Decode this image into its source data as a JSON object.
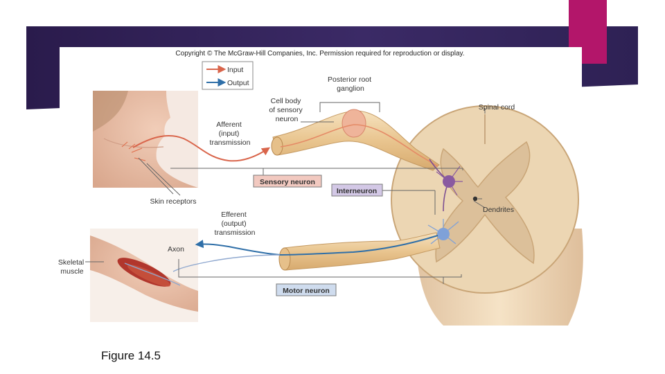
{
  "copyright": "Copyright © The McGraw-Hill Companies, Inc. Permission required for reproduction or display.",
  "legend": {
    "input_label": "Input",
    "output_label": "Output",
    "input_color": "#d9654b",
    "output_color": "#2f6fa8"
  },
  "labels": {
    "posterior_root_ganglion": [
      "Posterior root",
      "ganglion"
    ],
    "cell_body_sensory_neuron": [
      "Cell body",
      "of sensory",
      "neuron"
    ],
    "spinal_cord": "Spinal cord",
    "afferent_transmission": [
      "Afferent",
      "(input)",
      "transmission"
    ],
    "efferent_transmission": [
      "Efferent",
      "(output)",
      "transmission"
    ],
    "skin_receptors": "Skin receptors",
    "dendrites": "Dendrites",
    "axon": "Axon",
    "skeletal_muscle": [
      "Skeletal",
      "muscle"
    ]
  },
  "boxes": {
    "sensory_neuron": "Sensory neuron",
    "interneuron": "Interneuron",
    "motor_neuron": "Motor neuron"
  },
  "colors": {
    "banner": "#2a1b4c",
    "accent": "#b3166a",
    "sensory_box": "#f2c9c0",
    "interneuron_box": "#d3c8e6",
    "motor_box": "#cfdcee"
  },
  "caption": "Figure 14.5"
}
